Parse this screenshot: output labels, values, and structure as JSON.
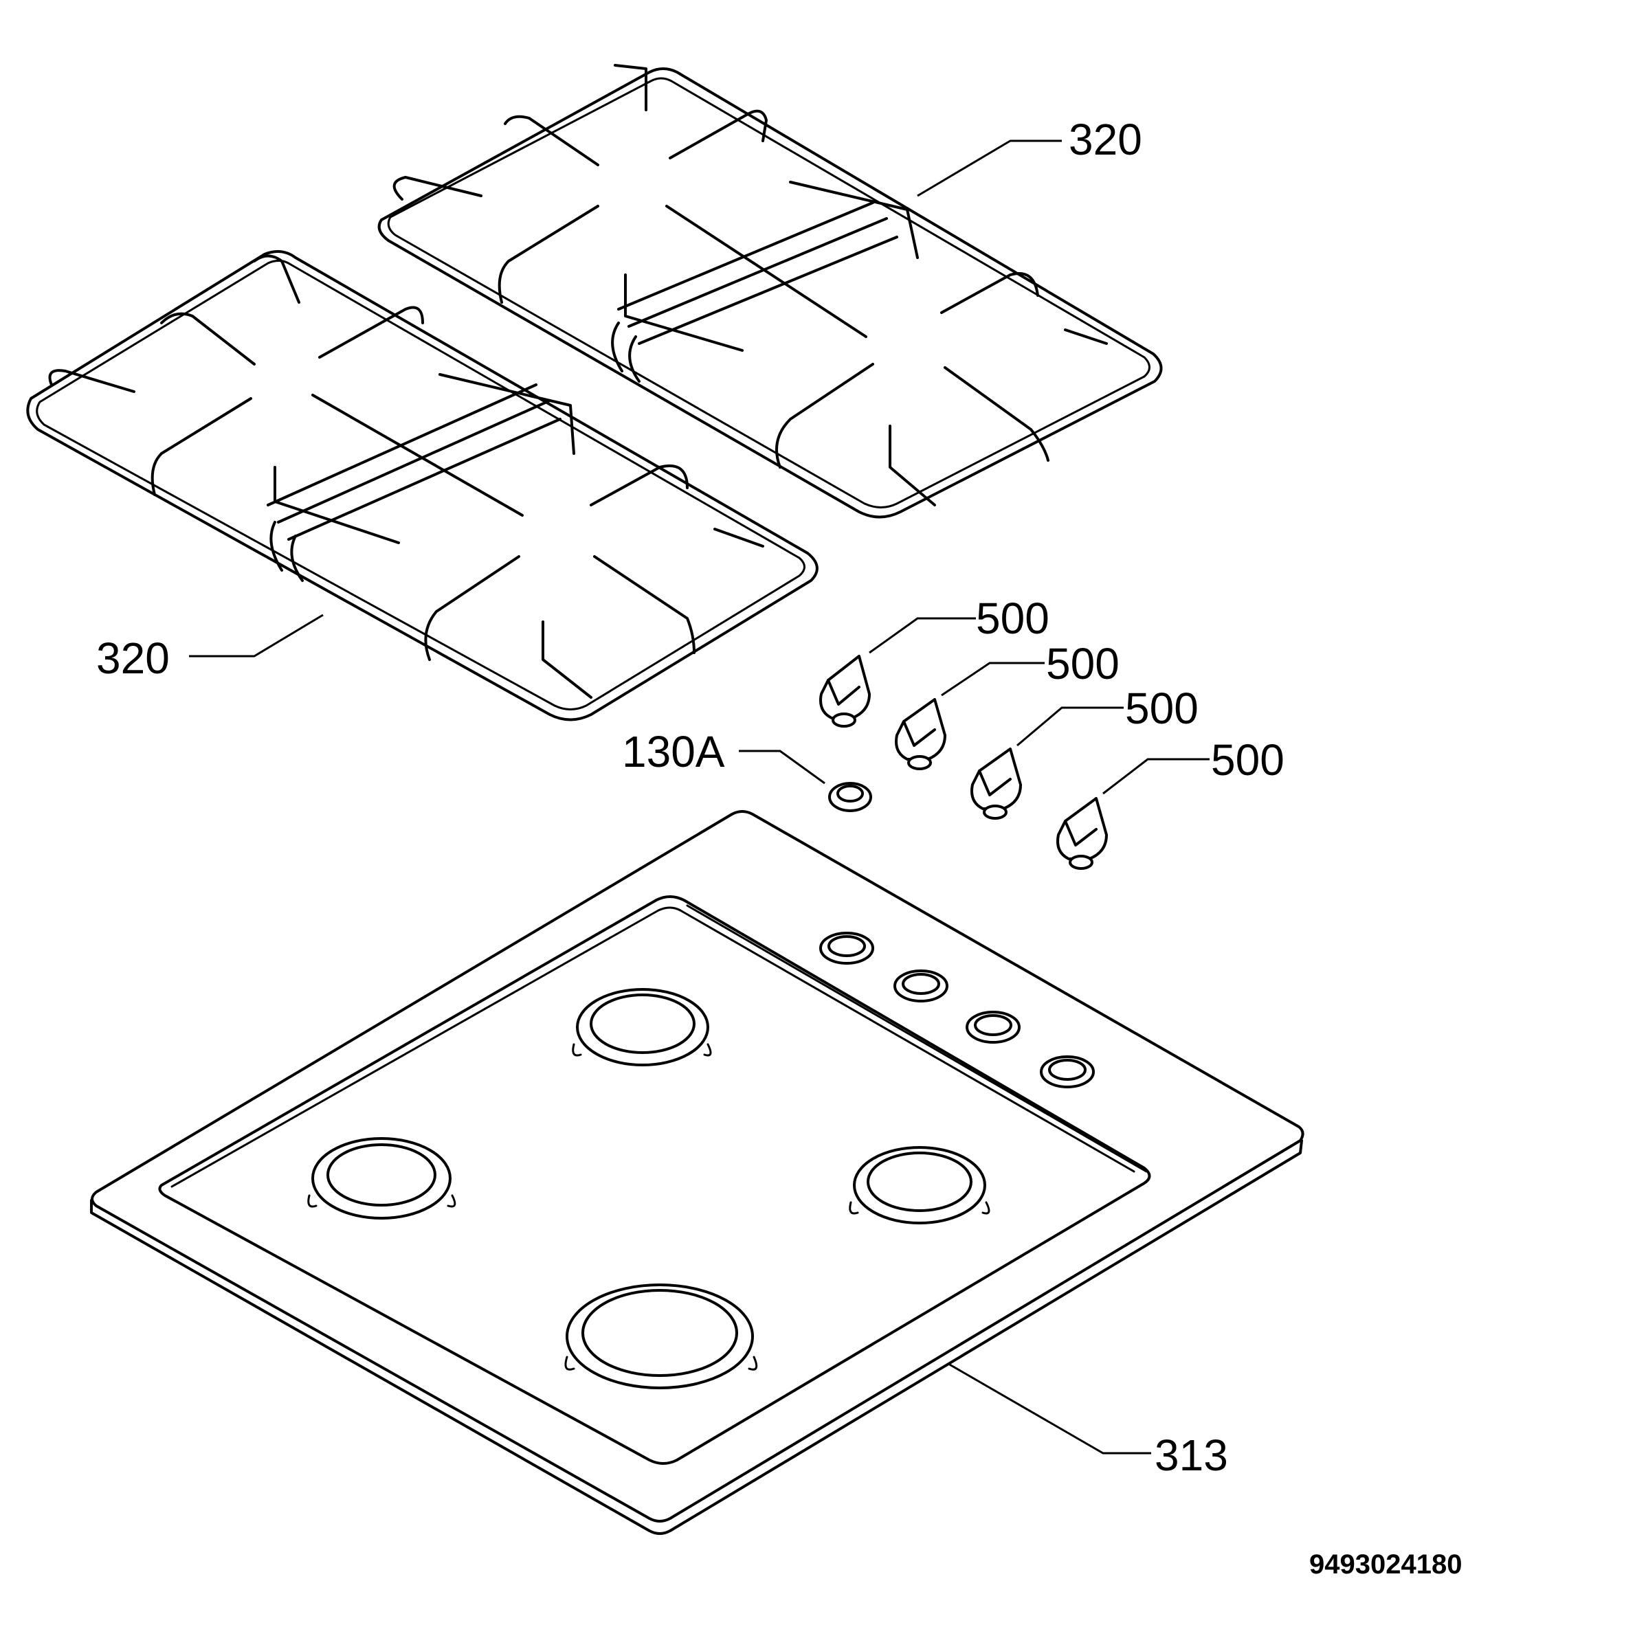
{
  "callouts": {
    "grid_right": "320",
    "grid_left": "320",
    "knobs": [
      "500",
      "500",
      "500",
      "500"
    ],
    "grommet": "130A",
    "hob_top": "313"
  },
  "document_number": "9493024180"
}
